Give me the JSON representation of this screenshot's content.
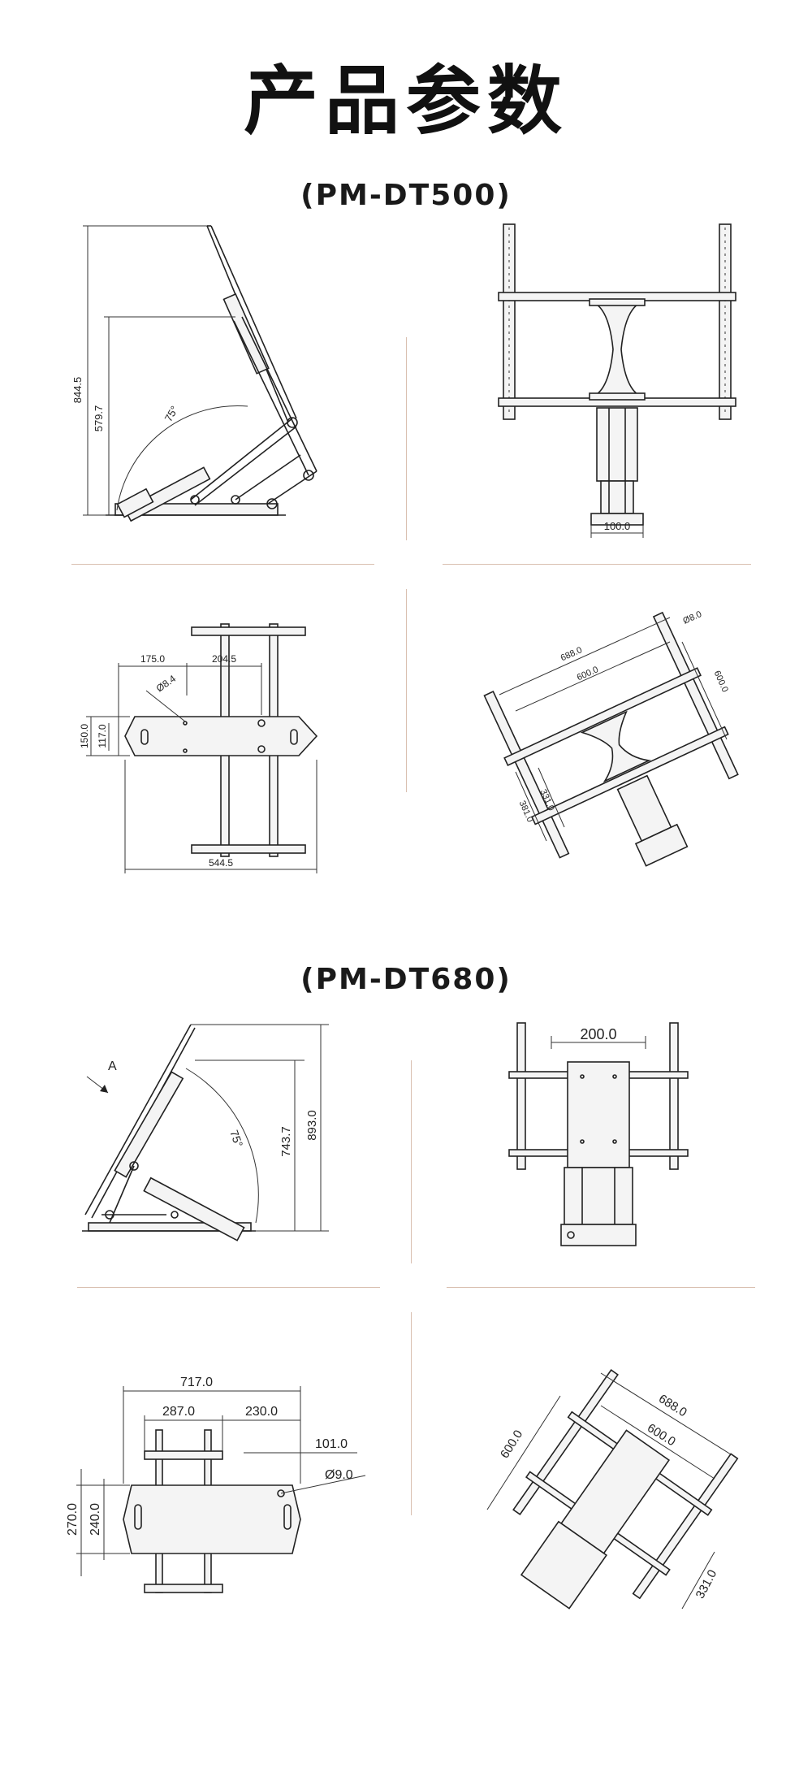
{
  "page": {
    "title": "产品参数"
  },
  "models": [
    {
      "name": "(PM-DT500)",
      "side": {
        "dims": [
          "844.5",
          "579.7"
        ],
        "angle": "75°"
      },
      "front": {
        "dims": [
          "100.0"
        ]
      },
      "top": {
        "dims": [
          "175.0",
          "204.5",
          "Ø8.4",
          "150.0",
          "117.0",
          "544.5"
        ]
      },
      "iso": {
        "dims": [
          "688.0",
          "600.0",
          "Ø8.0",
          "600.0",
          "381.0",
          "331.0"
        ]
      }
    },
    {
      "name": "(PM-DT680)",
      "side": {
        "label": "A",
        "angle": "75°",
        "dims": [
          "743.7",
          "893.0"
        ]
      },
      "front": {
        "dims": [
          "200.0"
        ]
      },
      "top": {
        "dims": [
          "717.0",
          "287.0",
          "230.0",
          "101.0",
          "Ø9.0",
          "270.0",
          "240.0"
        ]
      },
      "iso": {
        "dims": [
          "688.0",
          "600.0",
          "600.0",
          "331.0"
        ]
      }
    }
  ]
}
